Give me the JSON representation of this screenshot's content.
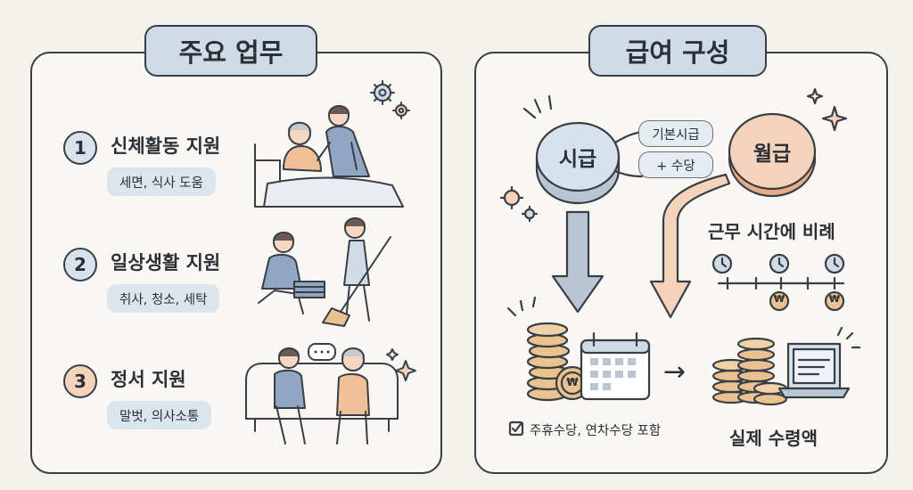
{
  "left_panel": {
    "title": "주요 업무",
    "items": [
      {
        "number": "1",
        "label": "신체활동 지원",
        "detail": "세면, 식사 도움"
      },
      {
        "number": "2",
        "label": "일상생활 지원",
        "detail": "취사, 청소, 세탁"
      },
      {
        "number": "3",
        "label": "정서 지원",
        "detail": "말벗, 의사소통"
      }
    ]
  },
  "right_panel": {
    "title": "급여 구성",
    "hourly_coin": "시급",
    "monthly_coin": "월급",
    "base_pay": "기본시급",
    "allowance": "+ 수당",
    "proportional_label": "근무 시간에 비례",
    "included_allowances": "주휴수당, 연차수당 포함",
    "result_label": "실제 수령액",
    "won_symbol": "₩",
    "arrow_symbol": "→"
  },
  "colors": {
    "outline": "#3a3d44",
    "blue_accent": "#cfdbe6",
    "peach_accent": "#f4d3bd",
    "coin_gold": "#e9c28f"
  }
}
